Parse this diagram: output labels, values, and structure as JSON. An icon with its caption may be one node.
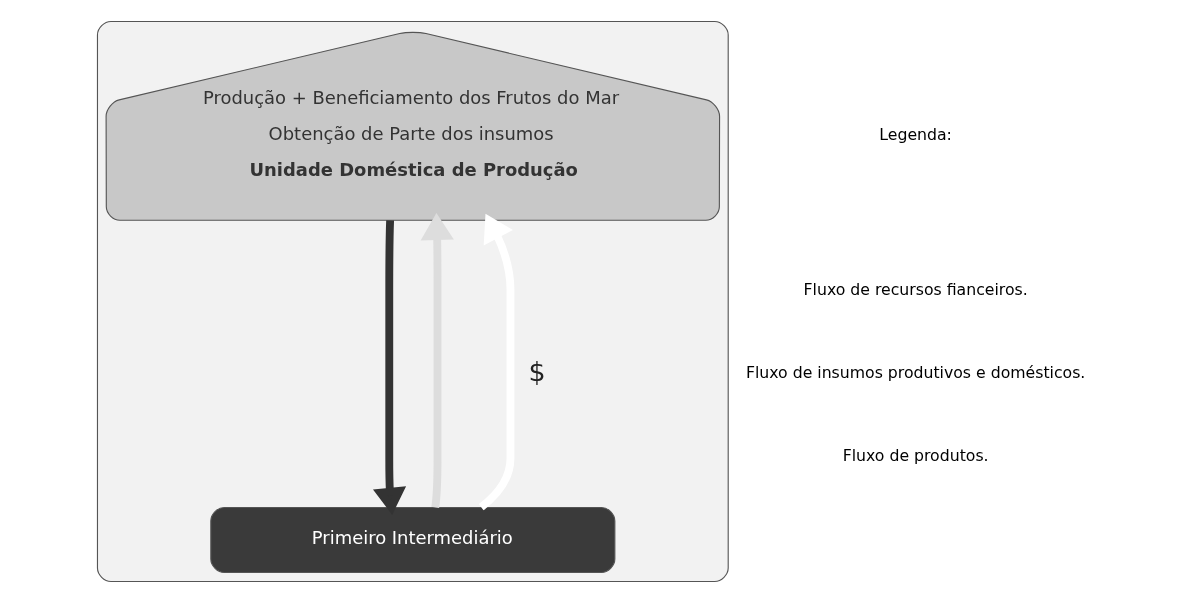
{
  "diagram": {
    "nodes": [
      {
        "text": [],
        "shape": "box"
      },
      {
        "text": [
          "Produção + Beneficiamento dos Frutos do Mar",
          "Obtenção de Parte dos insumos",
          "Unidade Doméstica de Produção"
        ],
        "in": 0
      },
      {
        "text": [
          "Primeiro Intermediário"
        ],
        "in": 0
      }
    ],
    "edges": [
      {
        "from": 2,
        "to": 1,
        "arrow": "to",
        "label": "$",
        "color": "#ffffff"
      },
      {
        "from": 1,
        "to": 2,
        "arrow": "to",
        "color": "#333333"
      },
      {
        "from": 2,
        "to": 1,
        "arrow": "to",
        "color": "#dddddd"
      }
    ],
    "labels": [
      "Legenda:"
    ],
    "legend": [
      {
        "text": "Fluxo de recursos fianceiros."
      },
      {
        "text": "Fluxo de insumos produtivos e domésticos."
      },
      {
        "text": "Fluxo de produtos."
      }
    ]
  }
}
